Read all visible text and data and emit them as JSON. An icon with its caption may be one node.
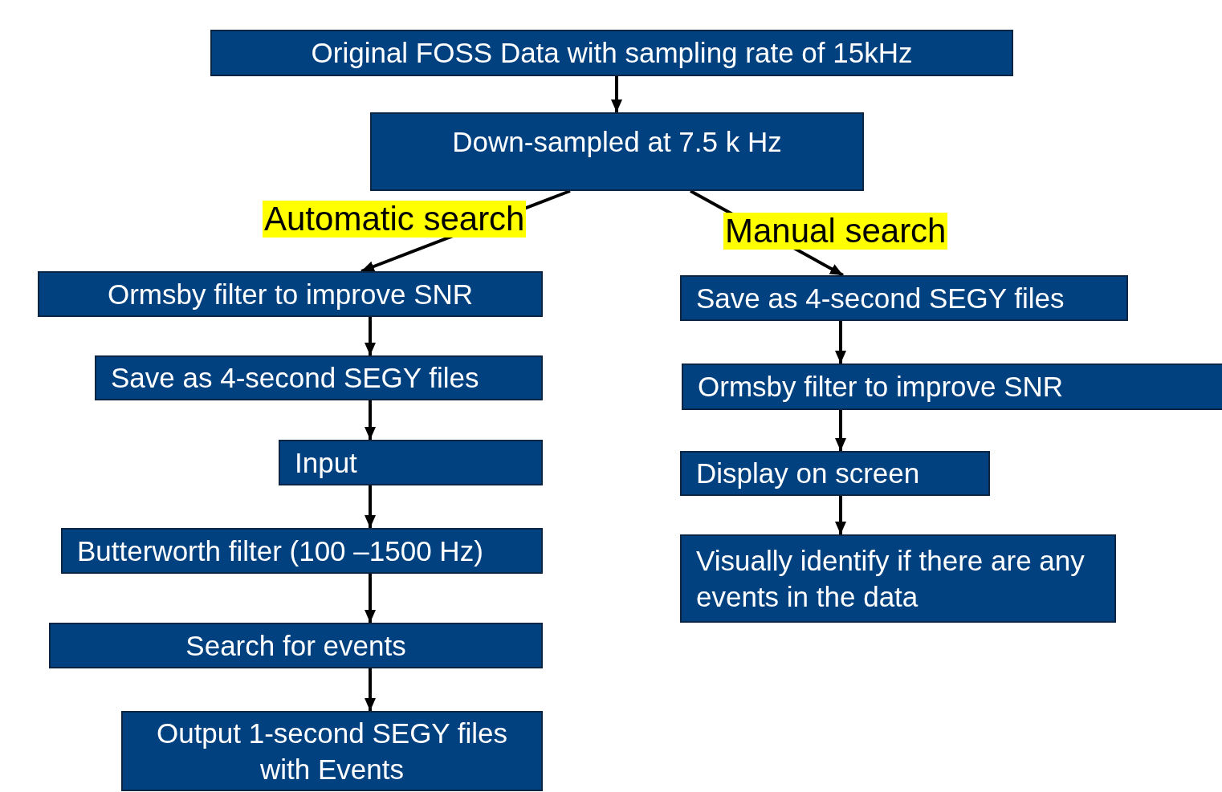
{
  "diagram": {
    "nodes": [
      {
        "text": [
          "Original FOSS Data with sampling rate of 15kHz"
        ]
      },
      {
        "text": [
          "Down-sampled at 7.5 k Hz"
        ]
      },
      {
        "text": [
          "Ormsby filter to improve SNR"
        ]
      },
      {
        "text": [
          "Save as 4-second SEGY files"
        ]
      },
      {
        "text": [
          "Input"
        ]
      },
      {
        "text": [
          "Butterworth filter (100 –1500 Hz)"
        ]
      },
      {
        "text": [
          "Search for events"
        ]
      },
      {
        "text": [
          "Output 1-second SEGY files with Events"
        ]
      },
      {
        "text": [
          "Save as 4-second SEGY files"
        ]
      },
      {
        "text": [
          "Ormsby filter to improve SNR"
        ]
      },
      {
        "text": [
          "Display on screen"
        ]
      },
      {
        "text": [
          "Visually identify if there are any events in the data"
        ]
      }
    ],
    "edges": [
      {
        "from": 0,
        "to": 1,
        "arrow": "to"
      },
      {
        "from": 1,
        "to": 2,
        "arrow": "to",
        "label": "Automatic search"
      },
      {
        "from": 2,
        "to": 3,
        "arrow": "to"
      },
      {
        "from": 3,
        "to": 4,
        "arrow": "to"
      },
      {
        "from": 4,
        "to": 5,
        "arrow": "to"
      },
      {
        "from": 5,
        "to": 6,
        "arrow": "to"
      },
      {
        "from": 6,
        "to": 7,
        "arrow": "to"
      },
      {
        "from": 1,
        "to": 8,
        "arrow": "to",
        "label": "Manual search"
      },
      {
        "from": 8,
        "to": 9,
        "arrow": "to"
      },
      {
        "from": 9,
        "to": 10,
        "arrow": "to"
      },
      {
        "from": 10,
        "to": 11,
        "arrow": "to"
      }
    ]
  }
}
